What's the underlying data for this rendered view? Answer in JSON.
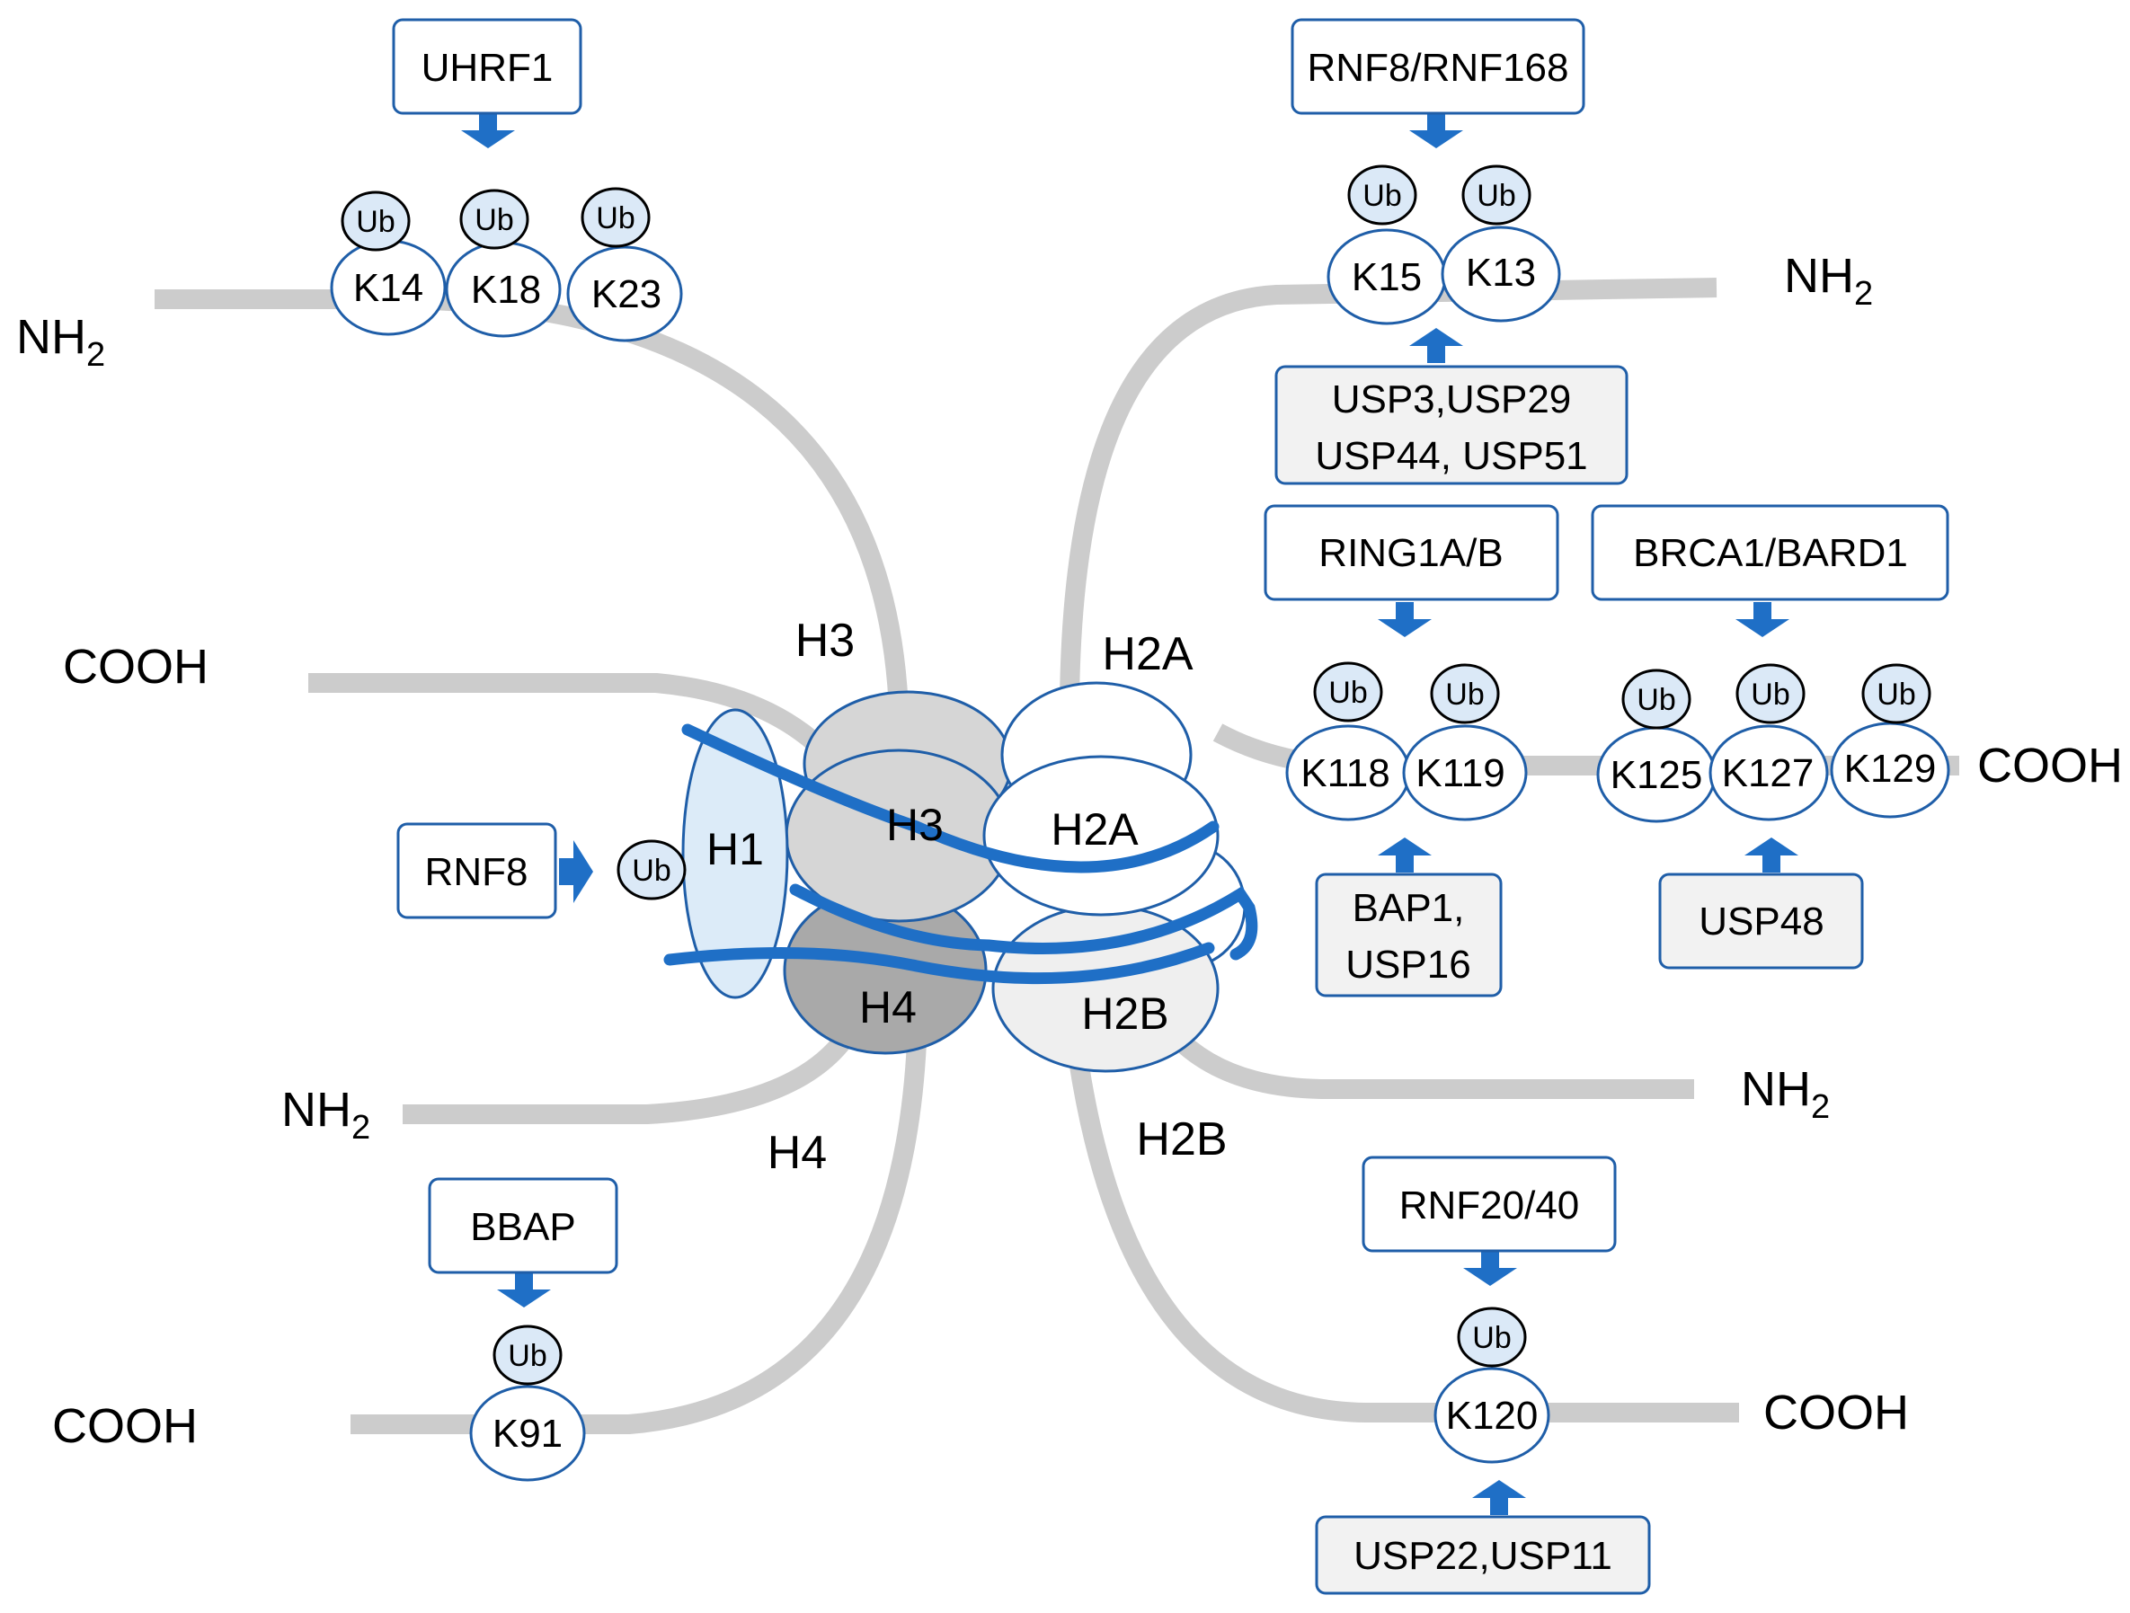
{
  "colors": {
    "tail": "#cccccc",
    "accent_blue": "#1f6fc6",
    "box_border": "#1f5ea8",
    "ub_fill": "#dbe9f7",
    "h1_fill": "#dcebf8",
    "h3_fill": "#d6d6d6",
    "h4_fill": "#a9a9a9",
    "h2b_fill": "#efefef",
    "h2a_fill": "#ffffff",
    "box_gray": "#f2f2f2"
  },
  "enzymes": {
    "uhrf1": "UHRF1",
    "rnf8_rnf168": "RNF8/RNF168",
    "usp3_usp29": "USP3,USP29",
    "usp44_usp51": "USP44, USP51",
    "ring1ab": "RING1A/B",
    "brca1_bard1": "BRCA1/BARD1",
    "rnf8": "RNF8",
    "bap1": "BAP1,",
    "usp16": "USP16",
    "usp48": "USP48",
    "bbap": "BBAP",
    "rnf20_40": "RNF20/40",
    "usp22_usp11": "USP22,USP11"
  },
  "lysines": {
    "k14": "K14",
    "k18": "K18",
    "k23": "K23",
    "k15": "K15",
    "k13": "K13",
    "k118": "K118",
    "k119": "K119",
    "k125": "K125",
    "k127": "K127",
    "k129": "K129",
    "k91": "K91",
    "k120": "K120"
  },
  "ub_label": "Ub",
  "termini": {
    "nh2_main": "NH",
    "nh2_sub": "2",
    "cooh": "COOH"
  },
  "histones": {
    "h1": "H1",
    "h3": "H3",
    "h4": "H4",
    "h2a": "H2A",
    "h2b": "H2B"
  }
}
